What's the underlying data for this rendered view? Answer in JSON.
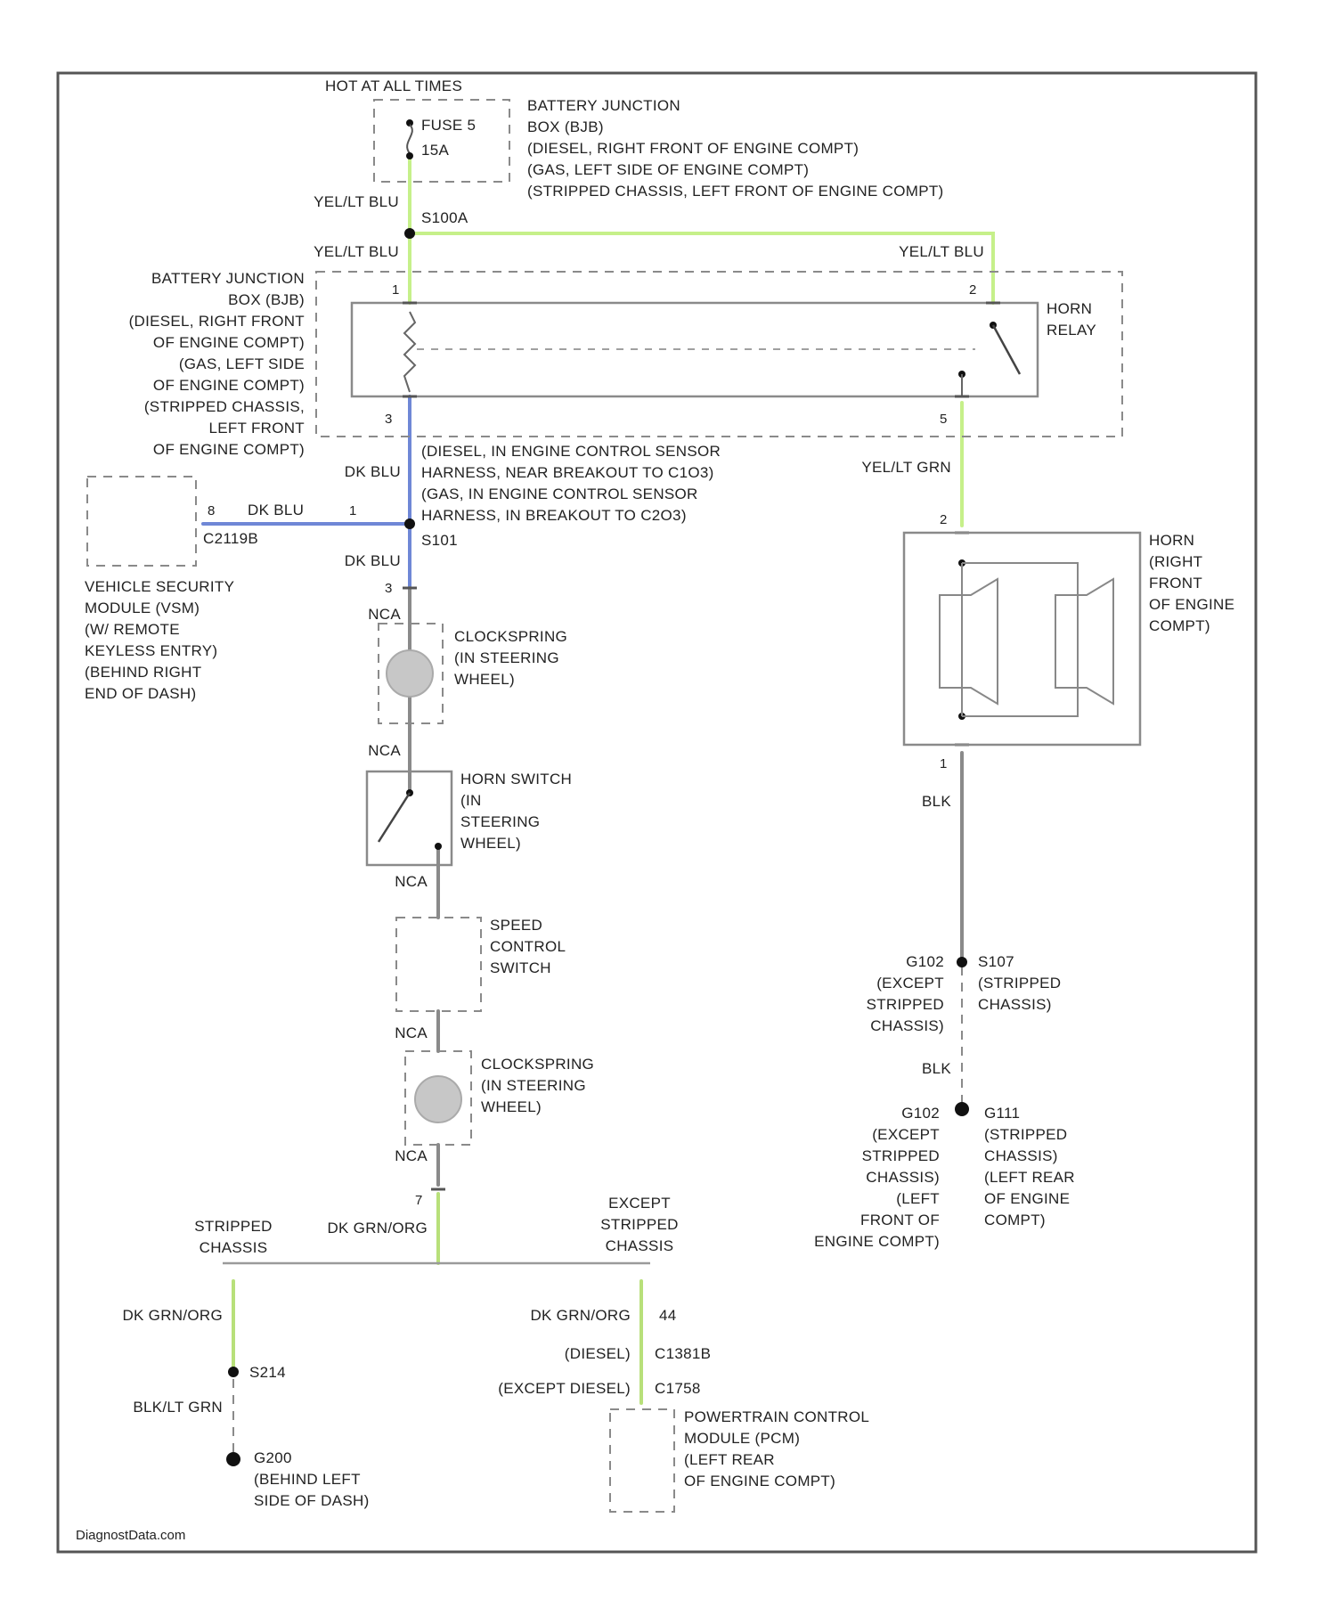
{
  "colors": {
    "frame": "#555555",
    "wire_power": "#c6f08a",
    "wire_dkblu": "#6f87d6",
    "wire_grey": "#8a8a8a",
    "wire_dkgrn": "#b8e07a",
    "component": "#8a8a8a"
  },
  "labels": {
    "hot_at_all_times": "HOT AT ALL TIMES",
    "fuse_name": "FUSE 5",
    "fuse_rating": "15A",
    "bjb_top": [
      "BATTERY JUNCTION",
      "BOX (BJB)",
      "(DIESEL, RIGHT FRONT OF ENGINE COMPT)",
      "(GAS, LEFT SIDE OF ENGINE COMPT)",
      "(STRIPPED CHASSIS, LEFT FRONT OF ENGINE COMPT)"
    ],
    "wire_yel_lt_blu_1": "YEL/LT BLU",
    "splice_s100a": "S100A",
    "wire_yel_lt_blu_2": "YEL/LT BLU",
    "wire_yel_lt_blu_3": "YEL/LT BLU",
    "bjb_left": [
      "BATTERY JUNCTION",
      "BOX (BJB)",
      "(DIESEL, RIGHT FRONT",
      "OF ENGINE COMPT)",
      "(GAS, LEFT SIDE",
      "OF ENGINE COMPT)",
      "(STRIPPED CHASSIS,",
      "LEFT FRONT",
      "OF ENGINE COMPT)"
    ],
    "horn_relay": [
      "HORN",
      "RELAY"
    ],
    "pin_1": "1",
    "pin_2_relay_right": "2",
    "pin_3_relay_left": "3",
    "pin_5_relay": "5",
    "wire_dk_blu_1": "DK BLU",
    "splice_note": [
      "(DIESEL, IN ENGINE CONTROL SENSOR",
      "HARNESS, NEAR BREAKOUT TO C1O3)",
      "(GAS, IN ENGINE CONTROL SENSOR",
      "HARNESS, IN BREAKOUT TO C2O3)"
    ],
    "wire_yel_lt_grn": "YEL/LT GRN",
    "vsm_pin_8": "8",
    "wire_dk_blu_2": "DK BLU",
    "vsm_pin_1": "1",
    "conn_c2119b": "C2119B",
    "splice_s101": "S101",
    "wire_dk_blu_3": "DK BLU",
    "vsm_label": [
      "VEHICLE SECURITY",
      "MODULE (VSM)",
      "(W/ REMOTE",
      "KEYLESS ENTRY)",
      "(BEHIND RIGHT",
      "END OF DASH)"
    ],
    "horn_pin_2": "2",
    "horn_label": [
      "HORN",
      "(RIGHT",
      "FRONT",
      "OF ENGINE",
      "COMPT)"
    ],
    "clock_pin_3": "3",
    "nca_1": "NCA",
    "clockspring_1": [
      "CLOCKSPRING",
      "(IN STEERING",
      "WHEEL)"
    ],
    "nca_2": "NCA",
    "horn_switch": [
      "HORN SWITCH",
      "(IN",
      "STEERING",
      "WHEEL)"
    ],
    "horn_pin_1": "1",
    "wire_blk_1": "BLK",
    "nca_3": "NCA",
    "speed_control": [
      "SPEED",
      "CONTROL",
      "SWITCH"
    ],
    "g102_left": [
      "G102",
      "(EXCEPT",
      "STRIPPED",
      "CHASSIS)"
    ],
    "s107_right": [
      "S107",
      "(STRIPPED",
      "CHASSIS)"
    ],
    "nca_4": "NCA",
    "clockspring_2": [
      "CLOCKSPRING",
      "(IN STEERING",
      "WHEEL)"
    ],
    "wire_blk_2": "BLK",
    "g102_ground_left": [
      "G102",
      "(EXCEPT",
      "STRIPPED",
      "CHASSIS)",
      "(LEFT",
      "FRONT OF",
      "ENGINE COMPT)"
    ],
    "g111_ground_right": [
      "G111",
      "(STRIPPED",
      "CHASSIS)",
      "(LEFT REAR",
      "OF ENGINE",
      "COMPT)"
    ],
    "nca_5": "NCA",
    "clock2_pin_7": "7",
    "stripped_chassis": [
      "STRIPPED",
      "CHASSIS"
    ],
    "wire_dk_grn_org_1": "DK GRN/ORG",
    "except_stripped": [
      "EXCEPT",
      "STRIPPED",
      "CHASSIS"
    ],
    "wire_dk_grn_org_2": "DK GRN/ORG",
    "wire_dk_grn_org_3": "DK GRN/ORG",
    "pcm_pin_44": "44",
    "diesel_conn": "(DIESEL)",
    "conn_c1381b": "C1381B",
    "except_diesel": "(EXCEPT DIESEL)",
    "conn_c1758": "C1758",
    "splice_s214": "S214",
    "wire_blk_lt_grn": "BLK/LT GRN",
    "g200_label": [
      "G200",
      "(BEHIND LEFT",
      "SIDE OF DASH)"
    ],
    "pcm_label": [
      "POWERTRAIN CONTROL",
      "MODULE (PCM)",
      "(LEFT REAR",
      "OF ENGINE COMPT)"
    ],
    "watermark": "DiagnostData.com"
  }
}
